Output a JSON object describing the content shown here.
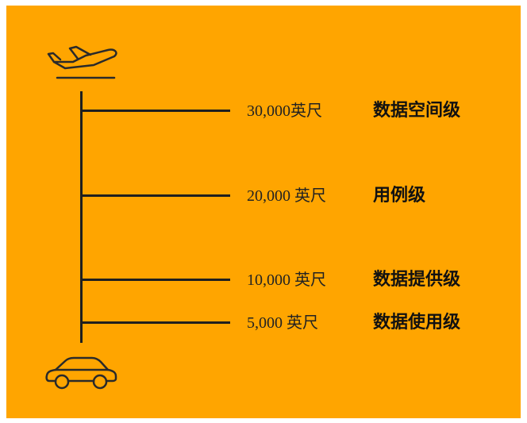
{
  "colors": {
    "background": "#FFA500",
    "line": "#1f1f1f",
    "text": "#222222"
  },
  "icons": {
    "top": "airplane-icon",
    "bottom": "car-icon"
  },
  "levels": [
    {
      "altitude": "30,000英尺",
      "name": "数据空间级"
    },
    {
      "altitude": "20,000 英尺",
      "name": "用例级"
    },
    {
      "altitude": "10,000 英尺",
      "name": "数据提供级"
    },
    {
      "altitude": "5,000 英尺",
      "name": "数据使用级"
    }
  ]
}
